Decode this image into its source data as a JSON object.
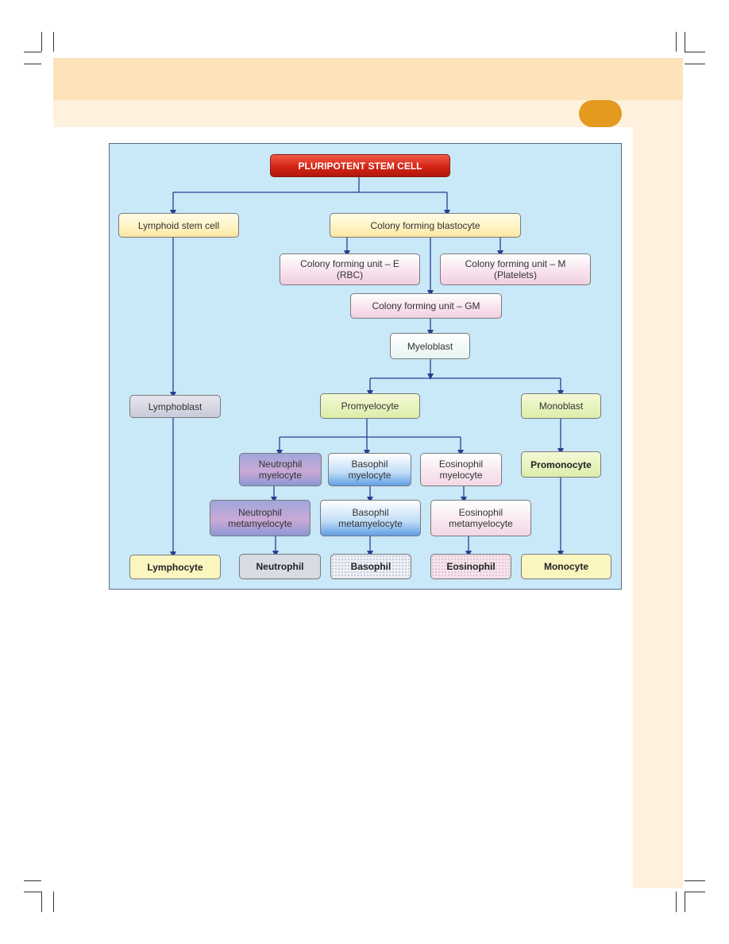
{
  "diagram": {
    "nodes": {
      "stem_cell": "PLURIPOTENT STEM CELL",
      "lymphoid_stem": "Lymphoid stem cell",
      "cfb": "Colony forming blastocyte",
      "cfu_e": "Colony forming unit – E\n(RBC)",
      "cfu_m": "Colony forming unit – M\n(Platelets)",
      "cfu_gm": "Colony forming unit – GM",
      "myeloblast": "Myeloblast",
      "lymphoblast": "Lymphoblast",
      "promyelocyte": "Promyelocyte",
      "monoblast": "Monoblast",
      "neutrophil_myelocyte": "Neutrophil\nmyelocyte",
      "basophil_myelocyte": "Basophil\nmyelocyte",
      "eosinophil_myelocyte": "Eosinophil\nmyelocyte",
      "promonocyte": "Promonocyte",
      "neutrophil_metamyelocyte": "Neutrophil\nmetamyelocyte",
      "basophil_metamyelocyte": "Basophil\nmetamyelocyte",
      "eosinophil_metamyelocyte": "Eosinophil\nmetamyelocyte",
      "lymphocyte": "Lymphocyte",
      "neutrophil": "Neutrophil",
      "basophil": "Basophil",
      "eosinophil": "Eosinophil",
      "monocyte": "Monocyte"
    },
    "colors": {
      "panel": "#c9e8f8",
      "link": "#2a3f8f",
      "header_band": "#fde3b8",
      "badge": "#e39a1e"
    }
  }
}
